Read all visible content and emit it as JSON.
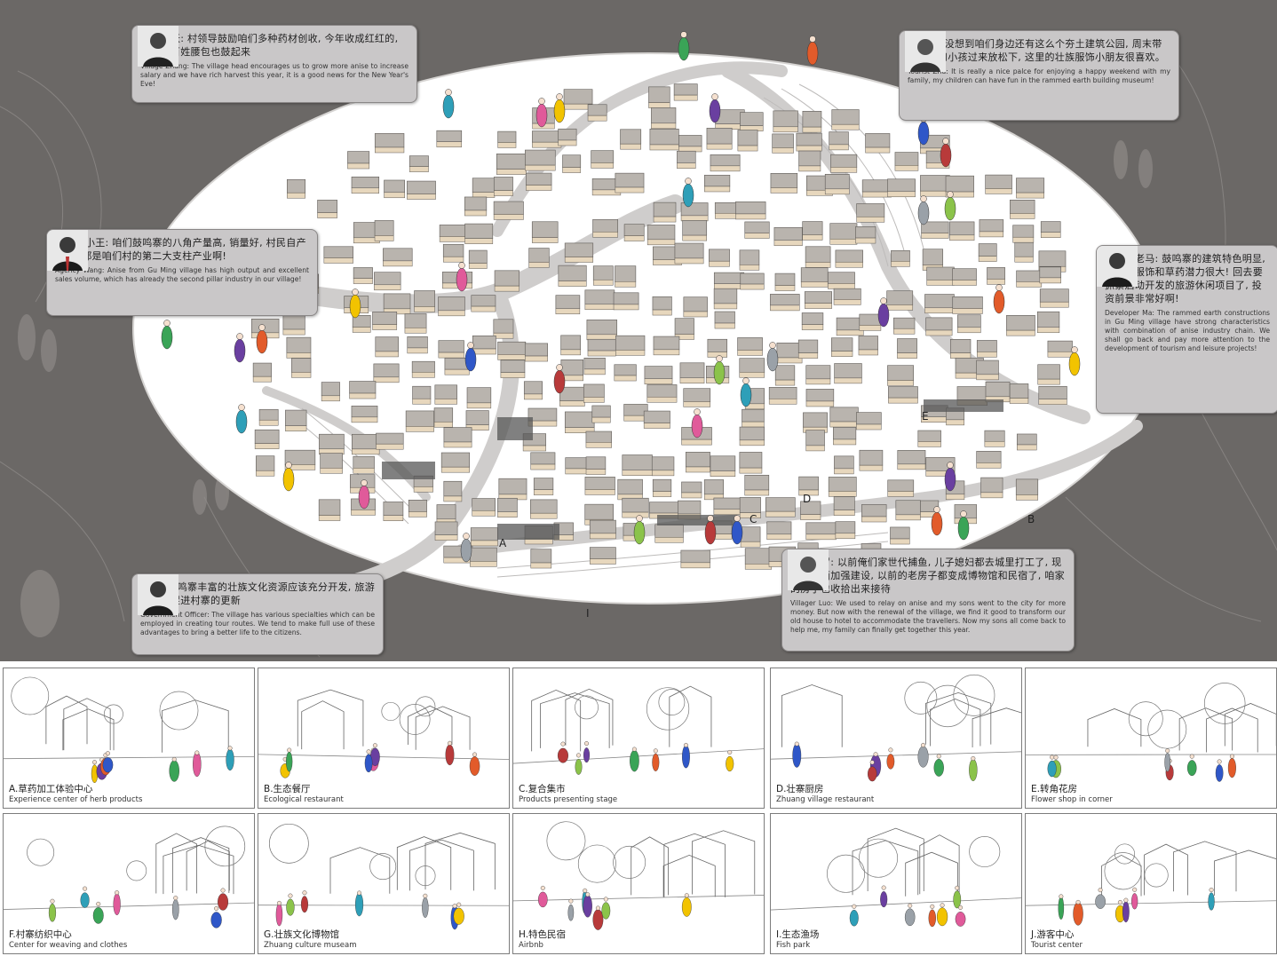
{
  "masterplan": {
    "zone_letters": [
      "A",
      "B",
      "C",
      "D",
      "E",
      "I"
    ]
  },
  "quotes": [
    {
      "id": "village-zhang",
      "zh": "村民老张: 村领导鼓励咱们多种药材创收, 今年收成红红的, 咱们老百姓腰包也鼓起来",
      "en": "Village Zhang: The village head encourages us to grow more anise to increase salary and we have rich harvest this year, it is a good news for the New Year's Eve!"
    },
    {
      "id": "tourist-zhu",
      "zh": "游客朱: 没想到咱们身边还有这么个夯土建筑公园, 周末带着家人和小孩过来放松下, 这里的壮族服饰小朋友很喜欢。",
      "en": "Tourist Zhu: It is really a nice palce for enjoying a happy weekend with my family, my children can have fun in the rammed earth building museum!"
    },
    {
      "id": "agency-wang",
      "zh": "经销商小王: 咱们鼓鸣寨的八角产量高, 销量好, 村民自产自销, 都是咱们村的第二大支柱产业啊!",
      "en": "Agency Wang: Anise from Gu Ming village has high output and excellent sales volume, which has already the second pillar industry in our village!"
    },
    {
      "id": "developer-ma",
      "zh": "开发商老马: 鼓鸣寨的建筑特色明显, 这里的服饰和草药潜力很大! 回去要抓紧启动开发的旅游休闲项目了, 投资前景非常好啊!",
      "en": "Developer Ma: The rammed earth constructions in Gu Ming village have strong characteristics with combination of anise industry chain. We shall go back and pay more attention to the development of tourism and leisure projects!"
    },
    {
      "id": "officer",
      "zh": "村长: 鼓鸣寨丰富的壮族文化资源应该充分开发, 旅游和制造促进村寨的更新",
      "en": "Government Officer: The village has various specialties which can be employed in creating tour routes. We tend to make full use of these advantages to bring a better life to the citizens."
    },
    {
      "id": "villager-luo",
      "zh": "村民老罗: 以前俺们家世代捕鱼, 儿子媳妇都去城里打工了, 现在镇里面加强建设, 以前的老房子都变成博物馆和民宿了, 咱家的房子也收拾出来接待",
      "en": "Villager Luo: We used to relay on anise and my sons went to the city for more money. But now with the renewal of the village, we find it good to transform our old house to hotel to accommodate the travellers. Now my sons all come back to help me, my family can finally get together this year."
    }
  ],
  "panels": [
    {
      "zh": "A.草药加工体验中心",
      "en": "Experience center of herb products"
    },
    {
      "zh": "B.生态餐厅",
      "en": "Ecological restaurant"
    },
    {
      "zh": "C.复合集市",
      "en": "Products presenting stage"
    },
    {
      "zh": "D.壮寨厨房",
      "en": "Zhuang village restaurant"
    },
    {
      "zh": "E.转角花房",
      "en": "Flower shop in corner"
    },
    {
      "zh": "F.村寨纺织中心",
      "en": "Center for weaving and clothes"
    },
    {
      "zh": "G.壮族文化博物馆",
      "en": "Zhuang culture museam"
    },
    {
      "zh": "H.特色民宿",
      "en": "Airbnb"
    },
    {
      "zh": "I.生态渔场",
      "en": "Fish park"
    },
    {
      "zh": "J.游客中心",
      "en": "Tourist center"
    }
  ],
  "colors": {
    "background": "#6b6866",
    "ellipse": "#ffffff",
    "bubble": "#c9c7c8",
    "roof": "#b9b4ae",
    "wall": "#e7d7bd"
  }
}
